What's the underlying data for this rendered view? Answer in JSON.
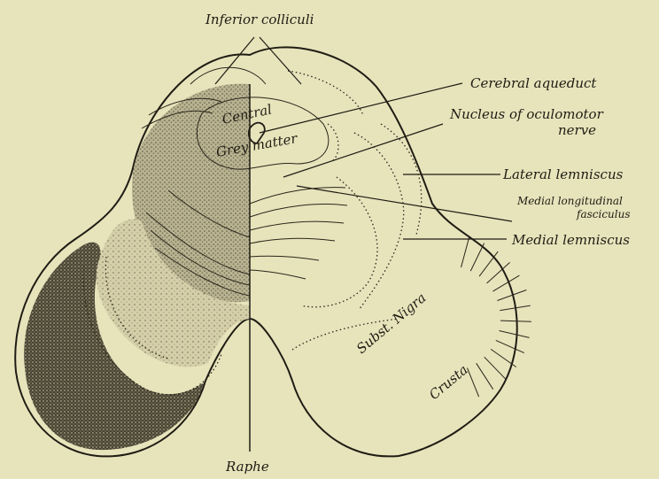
{
  "labels": {
    "inferior_colliculi": "Inferior colliculi",
    "cerebral_aqueduct": "Cerebral aqueduct",
    "nucleus_oculomotor_line1": "Nucleus of oculomotor",
    "nucleus_oculomotor_line2": "nerve",
    "lateral_lemniscus": "Lateral lemniscus",
    "medial_longitudinal_line1": "Medial longitudinal",
    "medial_longitudinal_line2": "fasciculus",
    "medial_lemniscus": "Medial lemniscus",
    "raphe": "Raphe",
    "central": "Central",
    "grey_matter": "Grey matter",
    "subst_nigra": "Subst. Nigra",
    "crusta": "Crusta"
  },
  "colors": {
    "background": "#e7e3bb",
    "ink": "#1f1c14",
    "stipple_dark": "#3a3528",
    "stipple_mid": "#7d7662"
  }
}
